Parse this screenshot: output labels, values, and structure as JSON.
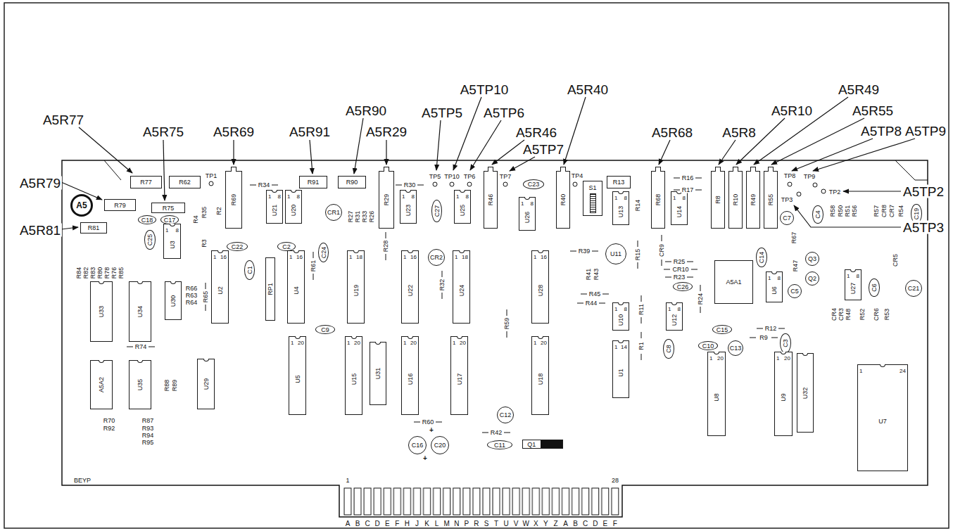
{
  "diagram": {
    "nodes": [
      {
        "text": [
          "A5"
        ]
      },
      {
        "text": [
          "R77"
        ]
      },
      {
        "text": [
          "R62"
        ]
      },
      {
        "text": [
          "R79"
        ]
      },
      {
        "text": [
          "R75"
        ]
      },
      {
        "text": [
          "R81"
        ]
      },
      {
        "text": [
          "C18"
        ]
      },
      {
        "text": [
          "C17"
        ]
      },
      {
        "text": [
          "C25"
        ]
      },
      {
        "text": [
          "U3",
          "1",
          "8"
        ]
      },
      {
        "text": [
          "R69"
        ]
      },
      {
        "text": [
          "U21",
          "1",
          "8"
        ]
      },
      {
        "text": [
          "U20",
          "1",
          "8"
        ]
      },
      {
        "text": [
          "R91"
        ]
      },
      {
        "text": [
          "R90"
        ]
      },
      {
        "text": [
          "CR1"
        ]
      },
      {
        "text": [
          "R29"
        ]
      },
      {
        "text": [
          "U23",
          "1",
          "8"
        ]
      },
      {
        "text": [
          "C27"
        ]
      },
      {
        "text": [
          "U25",
          "1",
          "8"
        ]
      },
      {
        "text": [
          "R46"
        ]
      },
      {
        "text": [
          "C23"
        ]
      },
      {
        "text": [
          "U26",
          "1",
          "8"
        ]
      },
      {
        "text": [
          "R40"
        ]
      },
      {
        "text": [
          "S1"
        ]
      },
      {
        "text": [
          "R13"
        ]
      },
      {
        "text": [
          "U13",
          "1",
          "8"
        ]
      },
      {
        "text": [
          "R68"
        ]
      },
      {
        "text": [
          "U14",
          "1",
          "8"
        ]
      },
      {
        "text": [
          "R8"
        ]
      },
      {
        "text": [
          "R10"
        ]
      },
      {
        "text": [
          "R49"
        ]
      },
      {
        "text": [
          "R55"
        ]
      },
      {
        "text": [
          "C7"
        ]
      },
      {
        "text": [
          "C4"
        ]
      },
      {
        "text": [
          "C19"
        ]
      },
      {
        "text": [
          "C22"
        ]
      },
      {
        "text": [
          "C2"
        ]
      },
      {
        "text": [
          "C1"
        ]
      },
      {
        "text": [
          "C24"
        ]
      },
      {
        "text": [
          "CR2"
        ]
      },
      {
        "text": [
          "U2",
          "1",
          "16"
        ]
      },
      {
        "text": [
          "RP1"
        ]
      },
      {
        "text": [
          "U4",
          "1",
          "16"
        ]
      },
      {
        "text": [
          "U19",
          "1",
          "18"
        ]
      },
      {
        "text": [
          "U22",
          "1",
          "16"
        ]
      },
      {
        "text": [
          "U24",
          "1",
          "18"
        ]
      },
      {
        "text": [
          "U28",
          "1",
          "16"
        ]
      },
      {
        "text": [
          "U11"
        ]
      },
      {
        "text": [
          "C26"
        ]
      },
      {
        "text": [
          "C14"
        ]
      },
      {
        "text": [
          "Q3"
        ]
      },
      {
        "text": [
          "Q2"
        ]
      },
      {
        "text": [
          "U27",
          "1",
          "8"
        ]
      },
      {
        "text": [
          "A5A1"
        ]
      },
      {
        "text": [
          "U6",
          "1",
          "8"
        ]
      },
      {
        "text": [
          "C5"
        ]
      },
      {
        "text": [
          "C6"
        ]
      },
      {
        "text": [
          "C21"
        ]
      },
      {
        "text": [
          "U30"
        ]
      },
      {
        "text": [
          "U33"
        ]
      },
      {
        "text": [
          "U34"
        ]
      },
      {
        "text": [
          "U10",
          "1",
          "8"
        ]
      },
      {
        "text": [
          "U12",
          "1",
          "8"
        ]
      },
      {
        "text": [
          "C9"
        ]
      },
      {
        "text": [
          "C15"
        ]
      },
      {
        "text": [
          "C3"
        ]
      },
      {
        "text": [
          "C10"
        ]
      },
      {
        "text": [
          "C13"
        ]
      },
      {
        "text": [
          "C8"
        ]
      },
      {
        "text": [
          "U5",
          "1",
          "20"
        ]
      },
      {
        "text": [
          "U15",
          "1",
          "20"
        ]
      },
      {
        "text": [
          "U31"
        ]
      },
      {
        "text": [
          "U16",
          "1",
          "20"
        ]
      },
      {
        "text": [
          "U17",
          "1",
          "20"
        ]
      },
      {
        "text": [
          "U18",
          "1",
          "20"
        ]
      },
      {
        "text": [
          "U1",
          "1",
          "14"
        ]
      },
      {
        "text": [
          "U8",
          "1",
          "20"
        ]
      },
      {
        "text": [
          "U9",
          "1",
          "20"
        ]
      },
      {
        "text": [
          "U32"
        ]
      },
      {
        "text": [
          "U7",
          "1",
          "24"
        ]
      },
      {
        "text": [
          "A5A2"
        ]
      },
      {
        "text": [
          "U35"
        ]
      },
      {
        "text": [
          "U29"
        ]
      },
      {
        "text": [
          "C12"
        ]
      },
      {
        "text": [
          "C11"
        ]
      },
      {
        "text": [
          "Q1"
        ]
      },
      {
        "text": [
          "C16"
        ]
      },
      {
        "text": [
          "C20"
        ]
      }
    ],
    "labels": [
      "A5R77",
      "A5R75",
      "A5R69",
      "A5R91",
      "A5R90",
      "A5R29",
      "A5TP5",
      "A5TP10",
      "A5TP6",
      "A5R46",
      "A5TP7",
      "A5R40",
      "A5R68",
      "A5R8",
      "A5R10",
      "A5R49",
      "A5R55",
      "A5TP8",
      "A5TP9",
      "A5R79",
      "A5R81",
      "A5TP2",
      "A5TP3",
      "TP1",
      "TP5",
      "TP10",
      "TP6",
      "TP7",
      "TP4",
      "TP8",
      "TP9",
      "TP2",
      "TP3",
      "R34",
      "R30",
      "R16",
      "R17",
      "R14",
      "R35",
      "R4",
      "R2",
      "R3",
      "R65",
      "R66",
      "R63",
      "R64",
      "R74",
      "R84",
      "R82",
      "R83",
      "R80",
      "R78",
      "R76",
      "R85",
      "R27",
      "R31",
      "R33",
      "R26",
      "R61",
      "R28",
      "R32",
      "R59",
      "R60",
      "R42",
      "R39",
      "R41",
      "R43",
      "R45",
      "R44",
      "R15",
      "CR9",
      "R11",
      "R1",
      "R25",
      "CR10",
      "R23",
      "R24",
      "R12",
      "R9",
      "R47",
      "R67",
      "R58",
      "R50",
      "R51",
      "R56",
      "R57",
      "CR8",
      "CR7",
      "R54",
      "CR5",
      "CR4",
      "CR3",
      "R48",
      "R52",
      "CR6",
      "R53",
      "R70",
      "R92",
      "R87",
      "R93",
      "R94",
      "R95",
      "R88",
      "R89",
      "BEYP",
      "+",
      "+",
      "1",
      "28",
      "A",
      "B",
      "C",
      "D",
      "E",
      "F",
      "H",
      "J",
      "K",
      "L",
      "M",
      "N",
      "P",
      "R",
      "S",
      "T",
      "U",
      "V",
      "W",
      "X",
      "Y",
      "Z",
      "A",
      "B",
      "C",
      "D",
      "E",
      "F"
    ]
  }
}
